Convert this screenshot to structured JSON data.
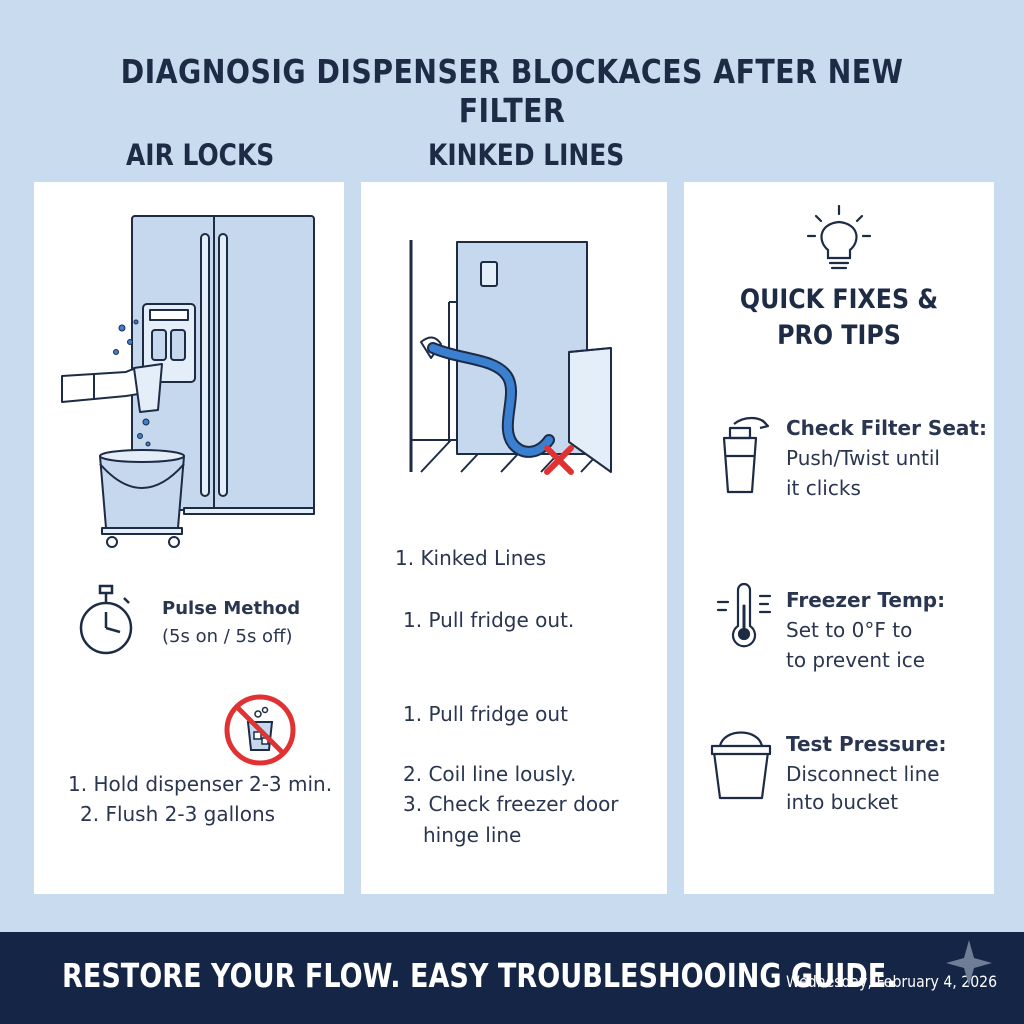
{
  "title": "DIAGNOSIG DISPENSER BLOCKACES AFTER NEW FILTER",
  "columns": {
    "air_locks": {
      "heading": "AIR LOCKS",
      "pulse_title": "Pulse Method",
      "pulse_detail": "(5s on / 5s off)",
      "steps": [
        "1. Hold dispenser 2-3 min.",
        "2. Flush 2-3 gallons"
      ]
    },
    "kinked_lines": {
      "heading": "KINKED LINES",
      "subheading": "1. Kinked Lines",
      "step_a": "1. Pull fridge out.",
      "step_b": "1. Pull fridge out",
      "step_c": "2. Coil line lously.",
      "step_d_1": "3. Check freezer door",
      "step_d_2": "hinge line"
    },
    "quick_fixes": {
      "title_1": "QUICK FIXES &",
      "title_2": "PRO TIPS",
      "tips": [
        {
          "title": "Check Filter Seat:",
          "line1": "Push/Twist until",
          "line2": "it clicks"
        },
        {
          "title": "Freezer Temp:",
          "line1": "Set to 0°F to",
          "line2": "to prevent ice"
        },
        {
          "title": "Test Pressure:",
          "line1": "Disconnect line",
          "line2": "into bucket"
        }
      ]
    }
  },
  "footer": {
    "text": "RESTORE YOUR FLOW. EASY TROUBLESHOOING GUIDE.",
    "date": "Wednesday, February 4, 2026"
  },
  "colors": {
    "background": "#c9dbef",
    "navy": "#1d2b45",
    "footer": "#142546",
    "illustration_fill": "#c5d8ee",
    "water_line": "#3b7fd0",
    "warning_red": "#e03232"
  },
  "icons": [
    "stopwatch-icon",
    "no-ice-icon",
    "lightbulb-icon",
    "filter-cartridge-icon",
    "thermometer-icon",
    "bucket-icon",
    "kink-x-icon",
    "sparkle-icon"
  ]
}
